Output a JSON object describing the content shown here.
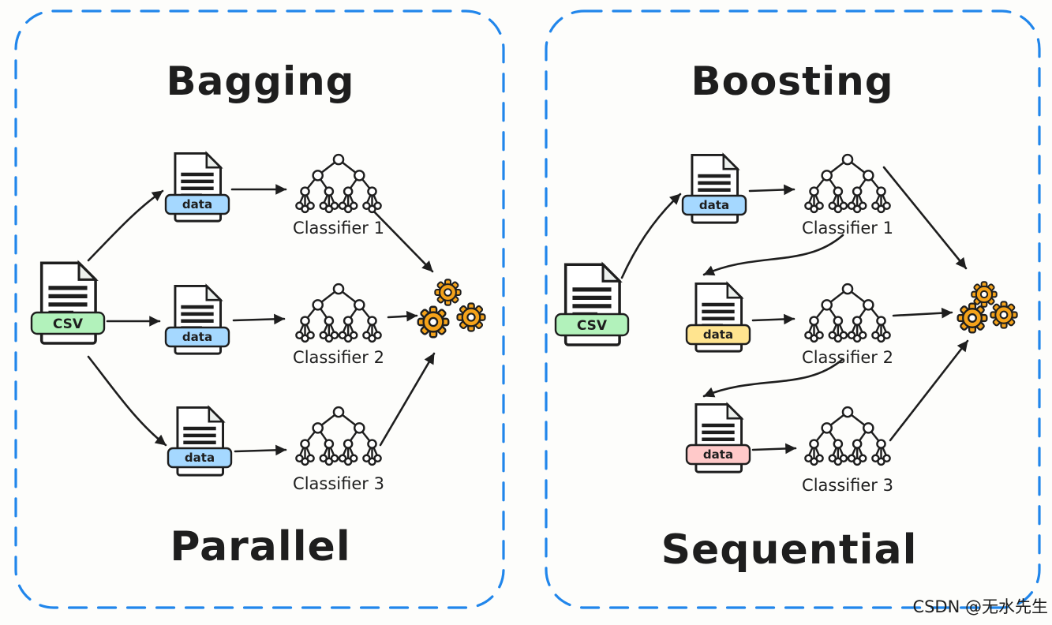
{
  "colors": {
    "panel_border": "#2186eb",
    "ink": "#1e1e1e",
    "gear_fill": "#f5a31a"
  },
  "watermark": {
    "text": "CSDN @无水先生",
    "color": "#aab0b6"
  },
  "icons": {
    "source_file": "document-file-icon",
    "dataset_file": "document-file-icon",
    "classifier": "decision-tree-icon",
    "ensemble": "gears-icon"
  },
  "panels": [
    {
      "id": "bagging",
      "title": "Bagging",
      "mode_label": "Parallel",
      "source_file": {
        "label": "CSV",
        "ribbon_color": "#b2f2bb"
      },
      "data_files": [
        {
          "label": "data",
          "ribbon_color": "#a5d8ff"
        },
        {
          "label": "data",
          "ribbon_color": "#a5d8ff"
        },
        {
          "label": "data",
          "ribbon_color": "#a5d8ff"
        }
      ],
      "classifiers": [
        {
          "label": "Classifier 1"
        },
        {
          "label": "Classifier 2"
        },
        {
          "label": "Classifier 3"
        }
      ]
    },
    {
      "id": "boosting",
      "title": "Boosting",
      "mode_label": "Sequential",
      "source_file": {
        "label": "CSV",
        "ribbon_color": "#b2f2bb"
      },
      "data_files": [
        {
          "label": "data",
          "ribbon_color": "#a5d8ff"
        },
        {
          "label": "data",
          "ribbon_color": "#ffe48f"
        },
        {
          "label": "data",
          "ribbon_color": "#ffc9c9"
        }
      ],
      "classifiers": [
        {
          "label": "Classifier 1"
        },
        {
          "label": "Classifier 2"
        },
        {
          "label": "Classifier 3"
        }
      ]
    }
  ]
}
